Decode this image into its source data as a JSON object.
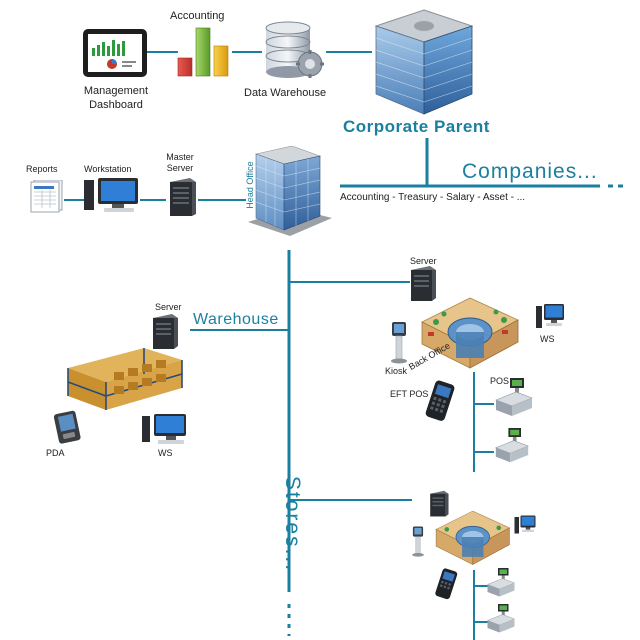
{
  "top": {
    "accounting_label": "Accounting",
    "dashboard_label_1": "Management",
    "dashboard_label_2": "Dashboard",
    "data_warehouse_label": "Data Warehouse",
    "corporate_parent_label": "Corporate Parent"
  },
  "head_office": {
    "reports_label": "Reports",
    "workstation_label": "Workstation",
    "master_server_label_1": "Master",
    "master_server_label_2": "Server",
    "head_office_label": "Head Office"
  },
  "companies": {
    "title": "Companies...",
    "modules": "Accounting - Treasury - Salary - Asset - ..."
  },
  "warehouse": {
    "title": "Warehouse",
    "server_label": "Server",
    "pda_label": "PDA",
    "ws_label": "WS"
  },
  "store": {
    "server_label": "Server",
    "ws_label": "WS",
    "kiosk_label": "Kiosk",
    "back_office_label": "Back Office",
    "eft_pos_label": "EFT POS",
    "pos_label": "POS"
  },
  "stores_title": "Stores...",
  "colors": {
    "line": "#1b7fa0",
    "accent": "#1b7fa0"
  }
}
